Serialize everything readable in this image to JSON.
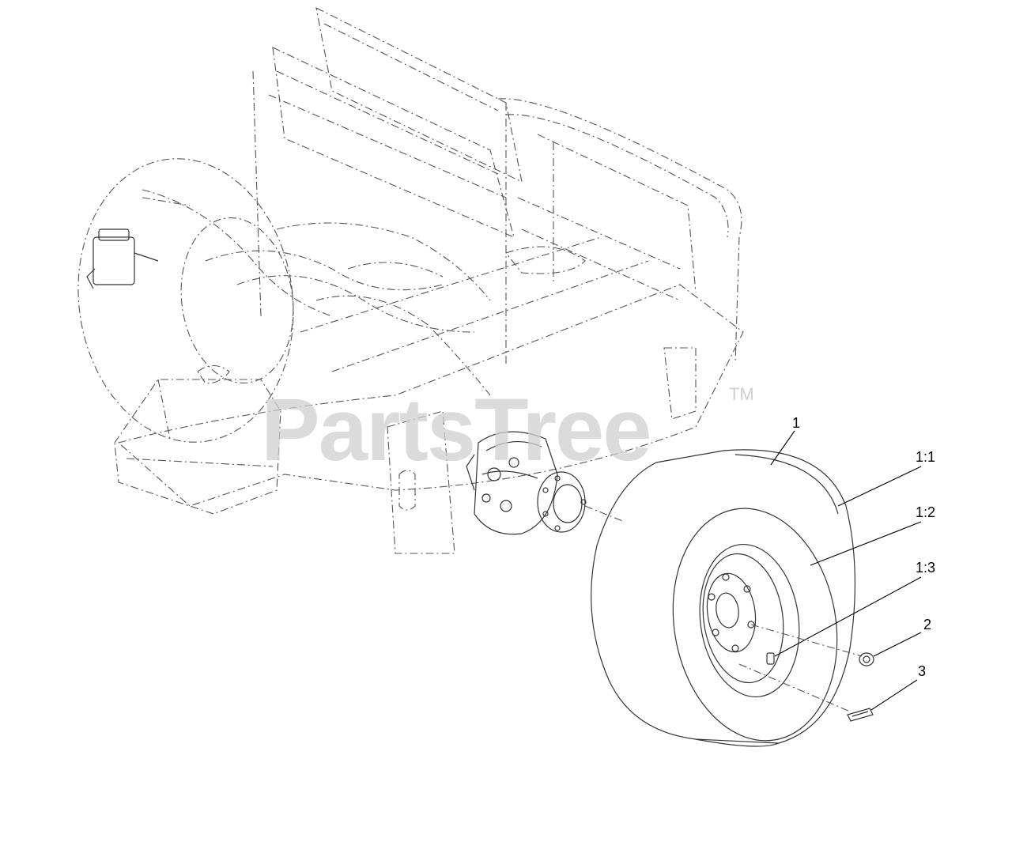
{
  "watermark": {
    "text": "PartsTree",
    "trademark": "TM"
  },
  "callouts": [
    {
      "id": "1",
      "label": "1"
    },
    {
      "id": "1-1",
      "label": "1:1"
    },
    {
      "id": "1-2",
      "label": "1:2"
    },
    {
      "id": "1-3",
      "label": "1:3"
    },
    {
      "id": "2",
      "label": "2"
    },
    {
      "id": "3",
      "label": "3"
    }
  ],
  "parts": {
    "wheel_assembly": "wheel-assembly",
    "tire": "tire",
    "rim": "rim",
    "valve_stem": "valve-stem",
    "lug_nut": "lug-nut",
    "decal": "decal",
    "wheel_motor": "wheel-motor",
    "frame": "frame"
  }
}
